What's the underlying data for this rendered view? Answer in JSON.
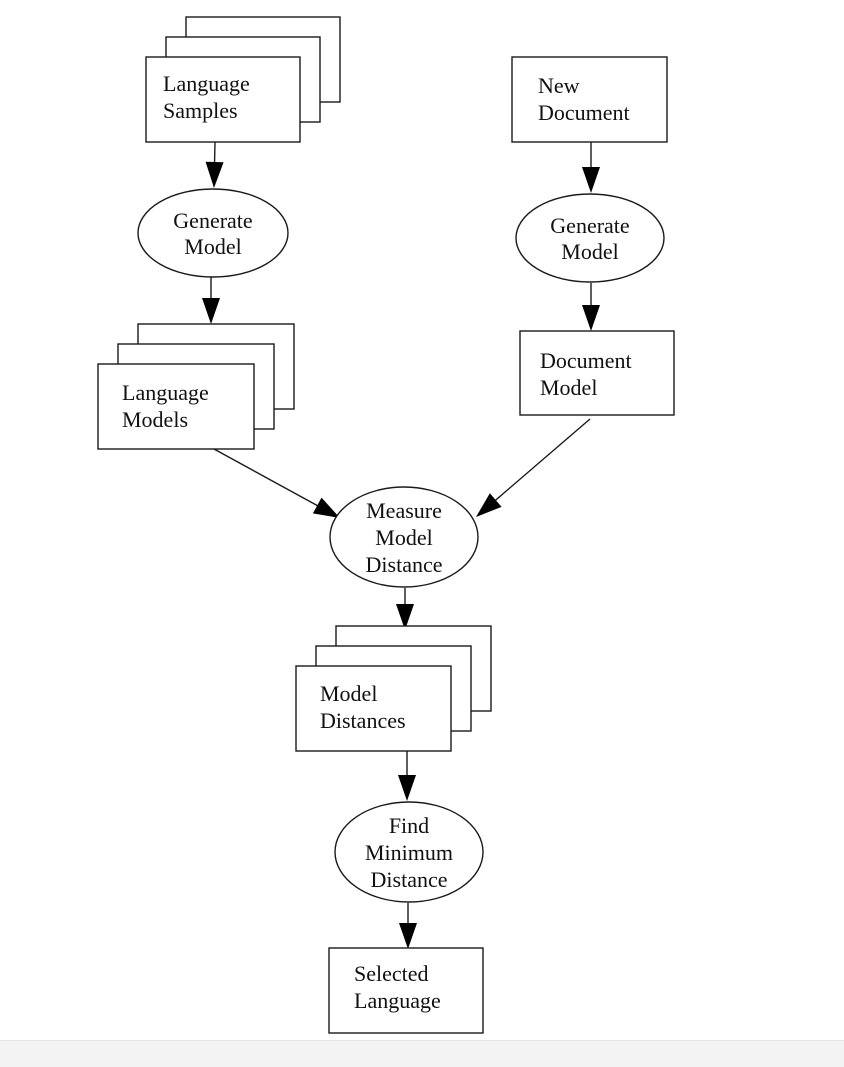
{
  "diagram": {
    "colors": {
      "stroke": "#1a1a1a",
      "arrowhead": "#000000",
      "text": "#111111",
      "background": "#ffffff"
    },
    "nodes": [
      {
        "id": "language-samples",
        "shape": "document-stack",
        "lines": [
          "Language",
          "Samples"
        ]
      },
      {
        "id": "generate-model-left",
        "shape": "ellipse",
        "lines": [
          "Generate",
          "Model"
        ]
      },
      {
        "id": "language-models",
        "shape": "document-stack",
        "lines": [
          "Language",
          "Models"
        ]
      },
      {
        "id": "new-document",
        "shape": "rectangle",
        "lines": [
          "New",
          "Document"
        ]
      },
      {
        "id": "generate-model-right",
        "shape": "ellipse",
        "lines": [
          "Generate",
          "Model"
        ]
      },
      {
        "id": "document-model",
        "shape": "rectangle",
        "lines": [
          "Document",
          "Model"
        ]
      },
      {
        "id": "measure-model-distance",
        "shape": "ellipse",
        "lines": [
          "Measure",
          "Model",
          "Distance"
        ]
      },
      {
        "id": "model-distances",
        "shape": "document-stack",
        "lines": [
          "Model",
          "Distances"
        ]
      },
      {
        "id": "find-minimum-distance",
        "shape": "ellipse",
        "lines": [
          "Find",
          "Minimum",
          "Distance"
        ]
      },
      {
        "id": "selected-language",
        "shape": "rectangle",
        "lines": [
          "Selected",
          "Language"
        ]
      }
    ],
    "edges": [
      {
        "from": "language-samples",
        "to": "generate-model-left"
      },
      {
        "from": "generate-model-left",
        "to": "language-models"
      },
      {
        "from": "new-document",
        "to": "generate-model-right"
      },
      {
        "from": "generate-model-right",
        "to": "document-model"
      },
      {
        "from": "language-models",
        "to": "measure-model-distance"
      },
      {
        "from": "document-model",
        "to": "measure-model-distance"
      },
      {
        "from": "measure-model-distance",
        "to": "model-distances"
      },
      {
        "from": "model-distances",
        "to": "find-minimum-distance"
      },
      {
        "from": "find-minimum-distance",
        "to": "selected-language"
      }
    ]
  }
}
